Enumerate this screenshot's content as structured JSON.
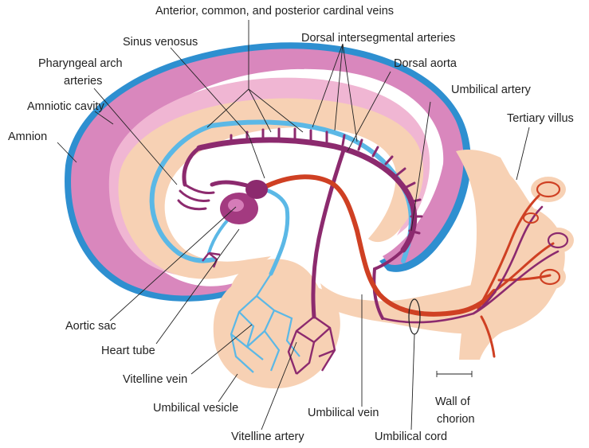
{
  "labels": {
    "cardinal_veins": "Anterior, common, and posterior cardinal veins",
    "sinus_venosus": "Sinus venosus",
    "dorsal_intersegmental": "Dorsal intersegmental arteries",
    "pharyngeal_line1": "Pharyngeal arch",
    "pharyngeal_line2": "arteries",
    "dorsal_aorta": "Dorsal aorta",
    "umbilical_artery": "Umbilical artery",
    "amniotic_cavity": "Amniotic cavity",
    "tertiary_villus": "Tertiary villus",
    "amnion": "Amnion",
    "aortic_sac": "Aortic sac",
    "heart_tube": "Heart tube",
    "vitelline_vein": "Vitelline vein",
    "wall_line1": "Wall of",
    "wall_line2": "chorion",
    "umbilical_vesicle": "Umbilical vesicle",
    "umbilical_vein": "Umbilical vein",
    "vitelline_artery": "Vitelline artery",
    "umbilical_cord": "Umbilical cord"
  },
  "colors": {
    "amnion": "#2e8fd0",
    "amniotic_cavity": "#d987bd",
    "embryo_tissue": "#f7d1b4",
    "vein_blue": "#5bb8e6",
    "artery_purple": "#8c2a6e",
    "umbilical_red": "#cf4023"
  }
}
